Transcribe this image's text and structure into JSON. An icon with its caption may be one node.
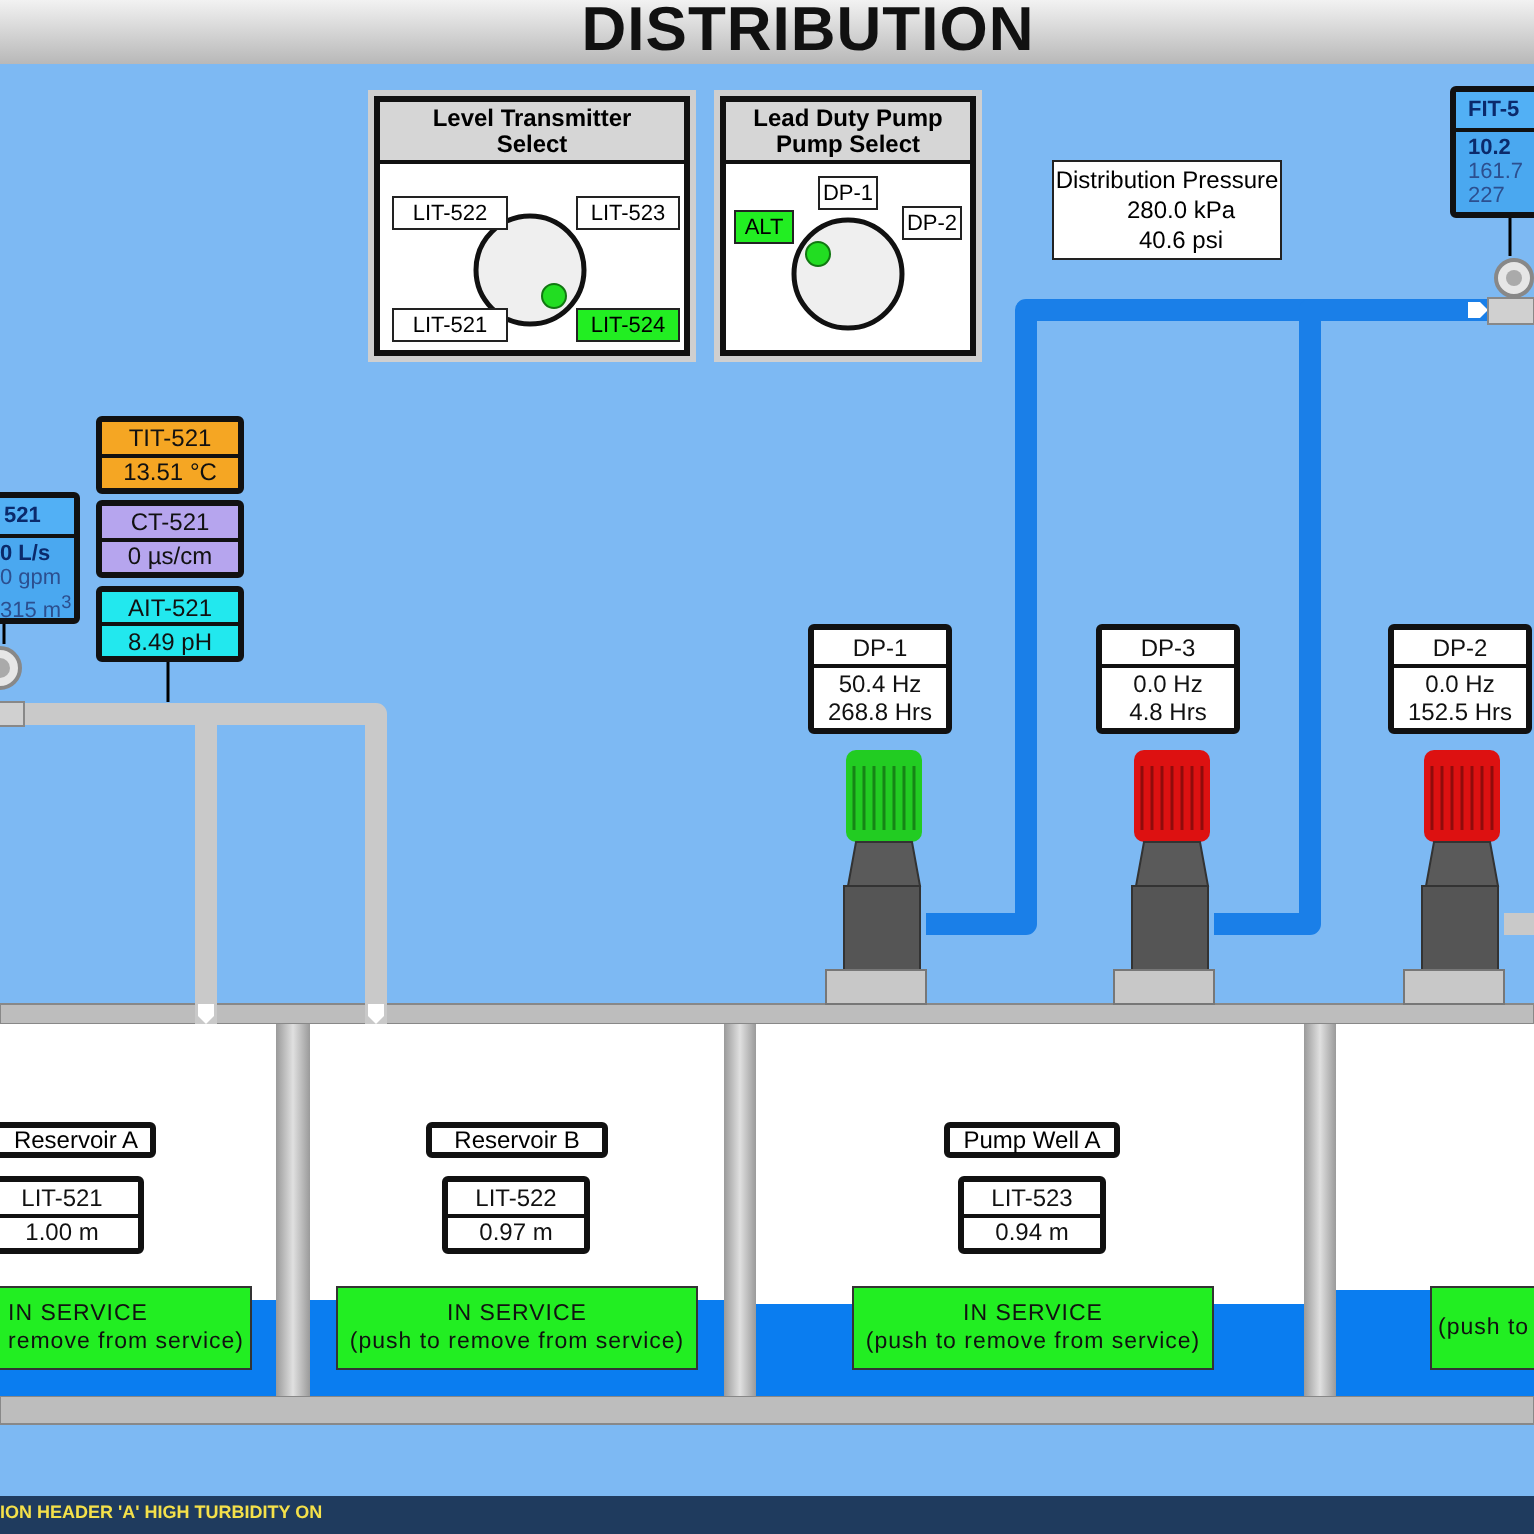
{
  "diagram": {
    "title": "DISTRIBUTION",
    "nodes": [
      {
        "text": [
          "Level Transmitter Select"
        ]
      },
      {
        "text": [
          "LIT-522"
        ],
        "in": 0
      },
      {
        "text": [
          "LIT-523"
        ],
        "in": 0
      },
      {
        "text": [
          "LIT-521"
        ],
        "in": 0
      },
      {
        "text": [
          "LIT-524"
        ],
        "in": 0
      },
      {
        "text": [
          "Lead Duty Pump Pump Select"
        ]
      },
      {
        "text": [
          "ALT"
        ],
        "in": 5
      },
      {
        "text": [
          "DP-1"
        ],
        "in": 5
      },
      {
        "text": [
          "DP-2"
        ],
        "in": 5
      },
      {
        "text": [
          "Distribution Pressure",
          "280.0 kPa",
          "40.6 psi"
        ]
      },
      {
        "text": [
          "FIT-5",
          "10.2",
          "161.7",
          "227"
        ]
      },
      {
        "text": [
          "521",
          "0 L/s",
          "0 gpm",
          "315 m$^{3}$"
        ]
      },
      {
        "text": [
          "TIT-521",
          "13.51 °C"
        ]
      },
      {
        "text": [
          "CT-521",
          "0 µs/cm"
        ]
      },
      {
        "text": [
          "AIT-521",
          "8.49 pH"
        ]
      },
      {
        "text": [
          "DP-1",
          "50.4 Hz",
          "268.8 Hrs"
        ]
      },
      {
        "text": [
          "DP-3",
          "0.0 Hz",
          "4.8 Hrs"
        ]
      },
      {
        "text": [
          "DP-2",
          "0.0 Hz",
          "152.5 Hrs"
        ]
      },
      {
        "text": [],
        "shape": "picture"
      },
      {
        "text": [],
        "shape": "picture"
      },
      {
        "text": [],
        "shape": "picture"
      },
      {
        "text": [],
        "shape": "picture"
      },
      {
        "text": [],
        "shape": "picture"
      },
      {
        "text": [],
        "shape": "box"
      },
      {
        "text": [
          "Reservoir A"
        ],
        "in": 23
      },
      {
        "text": [
          "LIT-521",
          "1.00 m"
        ],
        "in": 23
      },
      {
        "text": [
          "IN SERVICE",
          "remove from service)"
        ],
        "in": 23
      },
      {
        "text": [],
        "shape": "box"
      },
      {
        "text": [
          "Reservoir B"
        ],
        "in": 27
      },
      {
        "text": [
          "LIT-522",
          "0.97 m"
        ],
        "in": 27
      },
      {
        "text": [
          "IN SERVICE",
          "(push to remove from service)"
        ],
        "in": 27
      },
      {
        "text": [],
        "shape": "box"
      },
      {
        "text": [
          "Pump Well A"
        ],
        "in": 31
      },
      {
        "text": [
          "LIT-523",
          "0.94 m"
        ],
        "in": 31
      },
      {
        "text": [
          "IN SERVICE",
          "(push to remove from service)"
        ],
        "in": 31
      },
      {
        "text": [],
        "shape": "box"
      },
      {
        "text": [
          "(push to"
        ],
        "in": 35
      }
    ],
    "edges": [
      {
        "from": 18,
        "to": 21,
        "arrow": "to",
        "color": "#1a7fe8"
      },
      {
        "from": 19,
        "to": 21,
        "arrow": "to",
        "color": "#1a7fe8"
      },
      {
        "from": 20,
        "to": null,
        "arrow": "none"
      },
      {
        "from": 22,
        "to": 23,
        "arrow": "to"
      },
      {
        "from": 22,
        "to": 27,
        "arrow": "to"
      },
      {
        "from": 10,
        "to": 21,
        "arrow": "none",
        "color": "#000000"
      },
      {
        "from": 14,
        "to": null,
        "arrow": "none",
        "color": "#000000"
      },
      {
        "from": 11,
        "to": 22,
        "arrow": "none",
        "color": "#000000"
      }
    ],
    "labels": [
      "ION HEADER 'A' HIGH TURBIDITY ON"
    ]
  }
}
